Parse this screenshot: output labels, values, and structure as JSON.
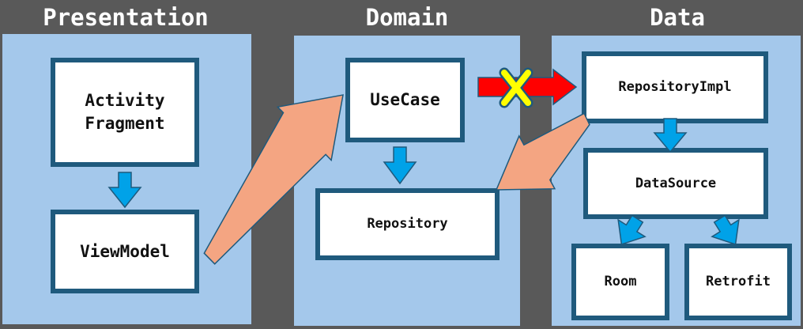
{
  "layers": {
    "presentation": {
      "title": "Presentation"
    },
    "domain": {
      "title": "Domain"
    },
    "data": {
      "title": "Data"
    }
  },
  "components": {
    "activity_fragment": "Activity\nFragment",
    "viewmodel": "ViewModel",
    "usecase": "UseCase",
    "repository": "Repository",
    "repository_impl": "RepositoryImpl",
    "datasource": "DataSource",
    "room": "Room",
    "retrofit": "Retrofit"
  },
  "colors": {
    "background": "#595959",
    "panel": "#a4c8eb",
    "box_border": "#1f5a7d",
    "down_arrow": "#00a2e8",
    "dependency_arrow": "#f4a582",
    "forbidden_arrow": "#ff0000",
    "forbidden_mark": "#ffff00"
  }
}
